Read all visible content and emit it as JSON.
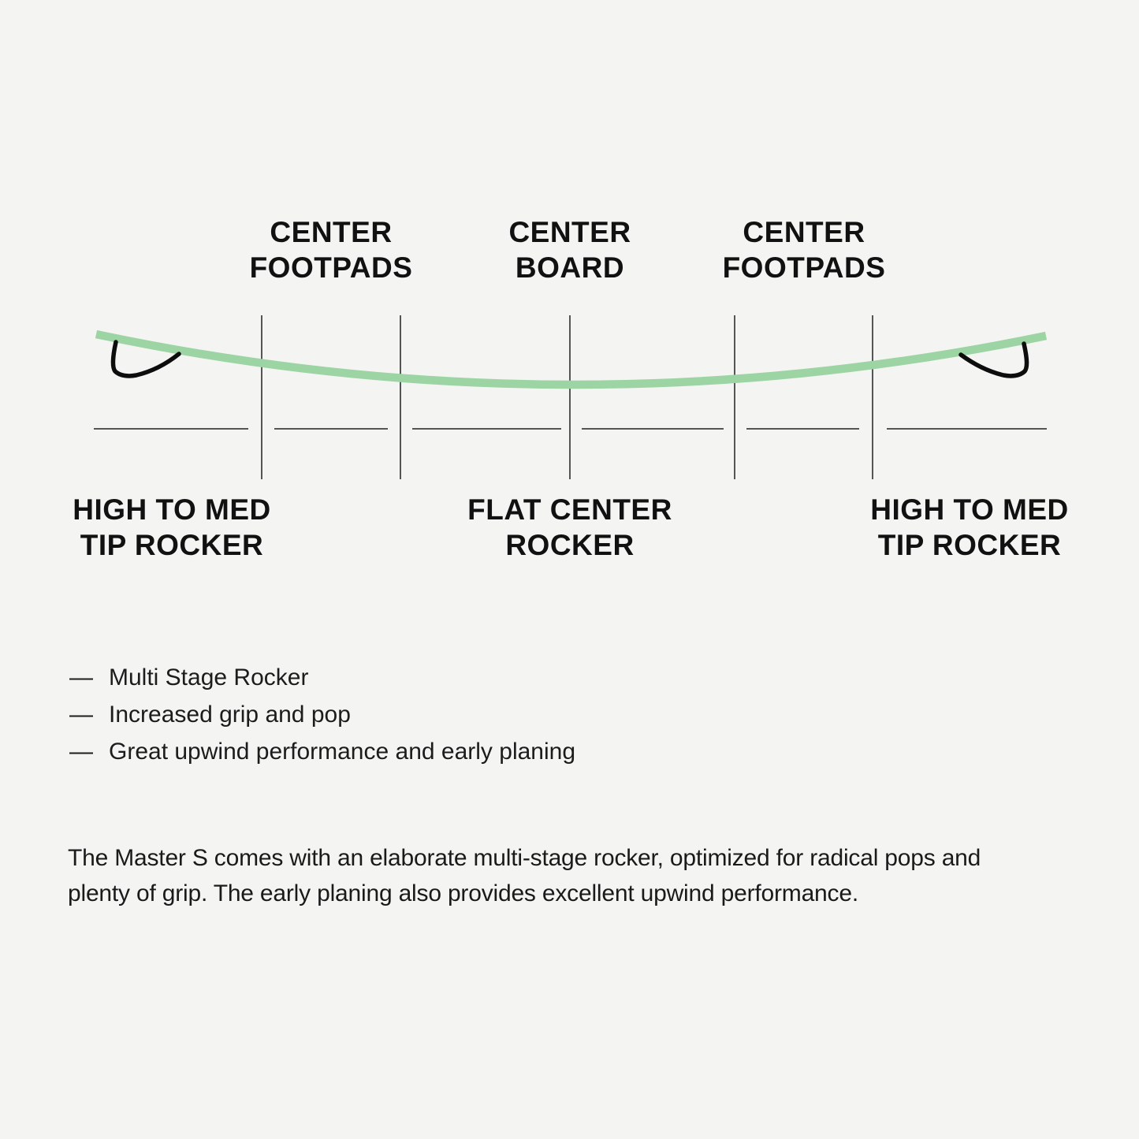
{
  "diagram": {
    "top_labels": [
      {
        "lines": [
          "CENTER",
          "FOOTPADS"
        ]
      },
      {
        "lines": [
          "CENTER",
          "BOARD"
        ]
      },
      {
        "lines": [
          "CENTER",
          "FOOTPADS"
        ]
      }
    ],
    "bottom_labels": [
      {
        "lines": [
          "HIGH TO MED",
          "TIP ROCKER"
        ]
      },
      {
        "lines": [
          "FLAT CENTER",
          "ROCKER"
        ]
      },
      {
        "lines": [
          "HIGH TO MED",
          "TIP ROCKER"
        ]
      }
    ],
    "colors": {
      "board_curve": "#9cd4a4",
      "guide_lines": "#555555",
      "fins": "#0d0d0d",
      "background": "#f4f4f2",
      "text": "#111111"
    }
  },
  "features": {
    "bullet": "—",
    "items": [
      "Multi Stage Rocker",
      "Increased grip and pop",
      "Great upwind performance and early planing"
    ]
  },
  "description": {
    "lines": [
      "The Master S comes with an elaborate multi-stage rocker, optimized for radical pops and",
      "plenty of grip. The early planing also provides excellent upwind performance."
    ]
  }
}
